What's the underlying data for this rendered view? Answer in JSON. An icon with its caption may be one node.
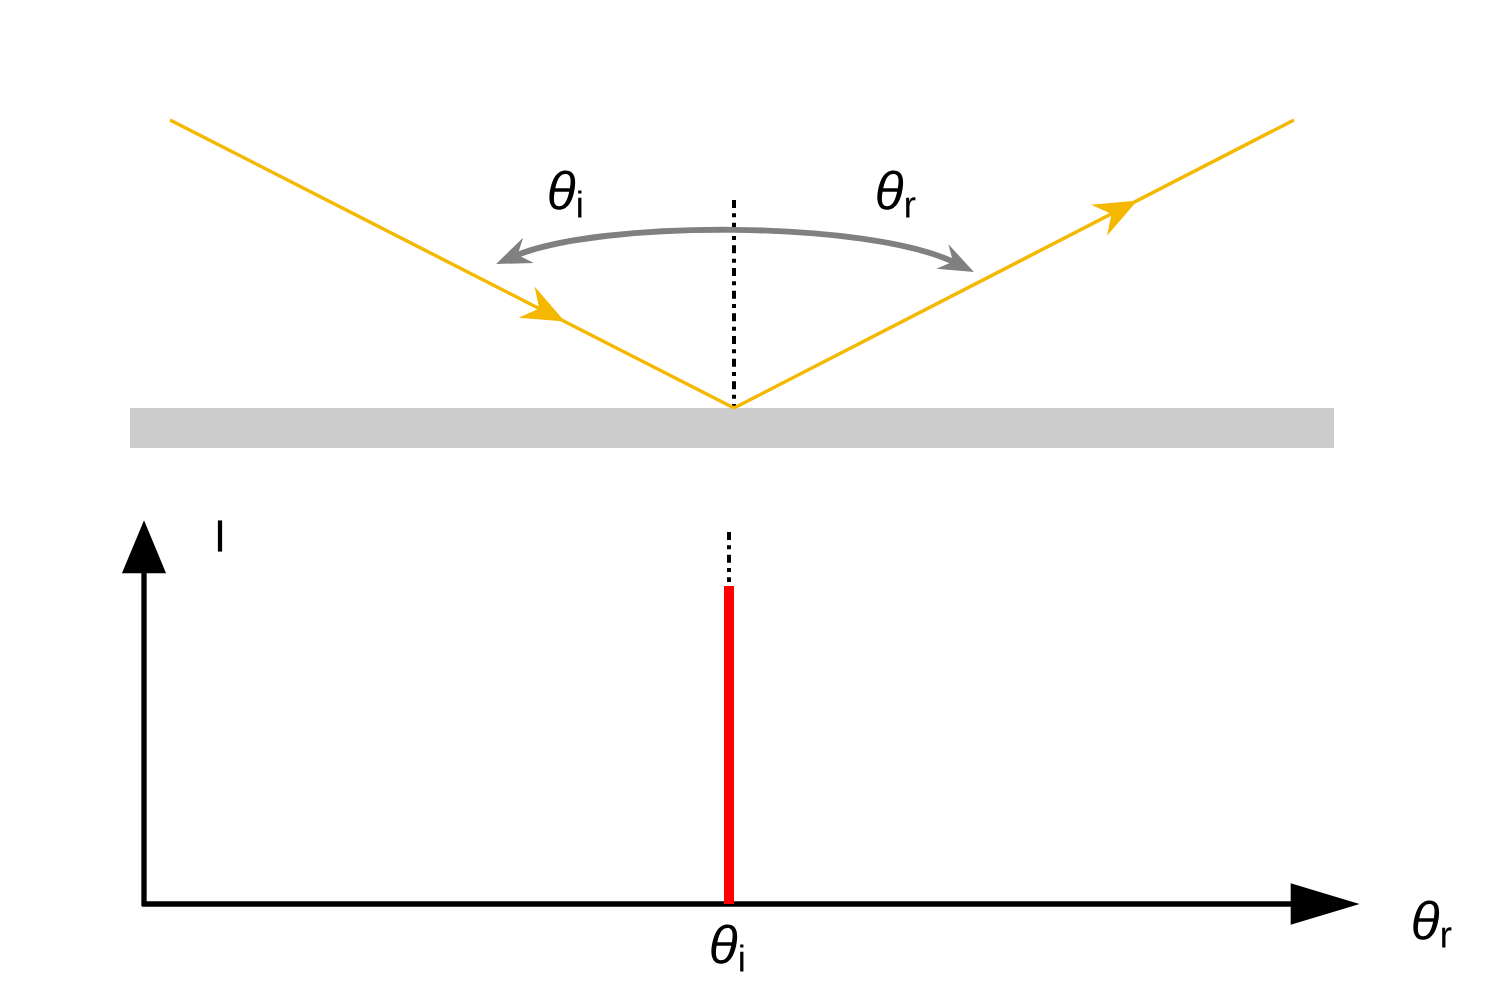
{
  "diagram": {
    "labels": [
      "*θ*$_{i}$",
      "*θ*$_{r}$",
      "I",
      "*θ*$_{i}$",
      "*θ*$_{r}$"
    ]
  }
}
